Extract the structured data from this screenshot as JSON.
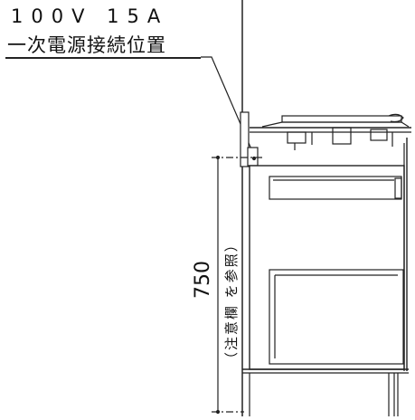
{
  "labels": {
    "power_spec": "100V  15A",
    "power_location": "一次電源接続位置",
    "height_value": "750",
    "height_note": "（注意欄 を参照）"
  },
  "colors": {
    "line": "#222222",
    "background": "#ffffff"
  }
}
